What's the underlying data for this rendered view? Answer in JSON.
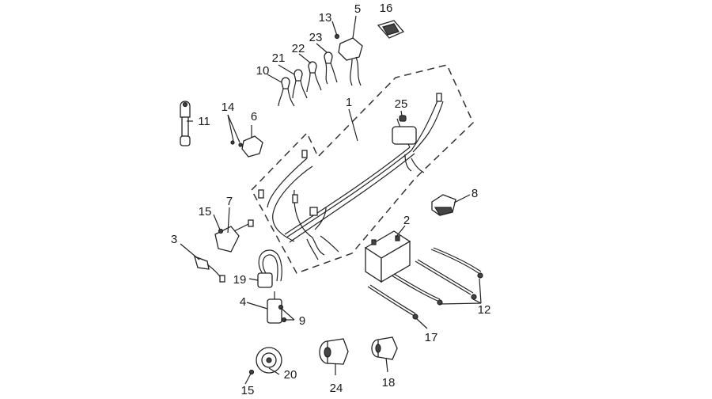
{
  "diagram": {
    "callouts": [
      {
        "id": "c1",
        "label": "1"
      },
      {
        "id": "c2",
        "label": "2"
      },
      {
        "id": "c3",
        "label": "3"
      },
      {
        "id": "c4",
        "label": "4"
      },
      {
        "id": "c5",
        "label": "5"
      },
      {
        "id": "c6",
        "label": "6"
      },
      {
        "id": "c7",
        "label": "7"
      },
      {
        "id": "c8",
        "label": "8"
      },
      {
        "id": "c9",
        "label": "9"
      },
      {
        "id": "c10",
        "label": "10"
      },
      {
        "id": "c11",
        "label": "11"
      },
      {
        "id": "c12",
        "label": "12"
      },
      {
        "id": "c13",
        "label": "13"
      },
      {
        "id": "c14",
        "label": "14"
      },
      {
        "id": "c15a",
        "label": "15"
      },
      {
        "id": "c15b",
        "label": "15"
      },
      {
        "id": "c16",
        "label": "16"
      },
      {
        "id": "c17",
        "label": "17"
      },
      {
        "id": "c18",
        "label": "18"
      },
      {
        "id": "c19",
        "label": "19"
      },
      {
        "id": "c20",
        "label": "20"
      },
      {
        "id": "c21",
        "label": "21"
      },
      {
        "id": "c22",
        "label": "22"
      },
      {
        "id": "c23",
        "label": "23"
      },
      {
        "id": "c24",
        "label": "24"
      },
      {
        "id": "c25",
        "label": "25"
      }
    ]
  }
}
